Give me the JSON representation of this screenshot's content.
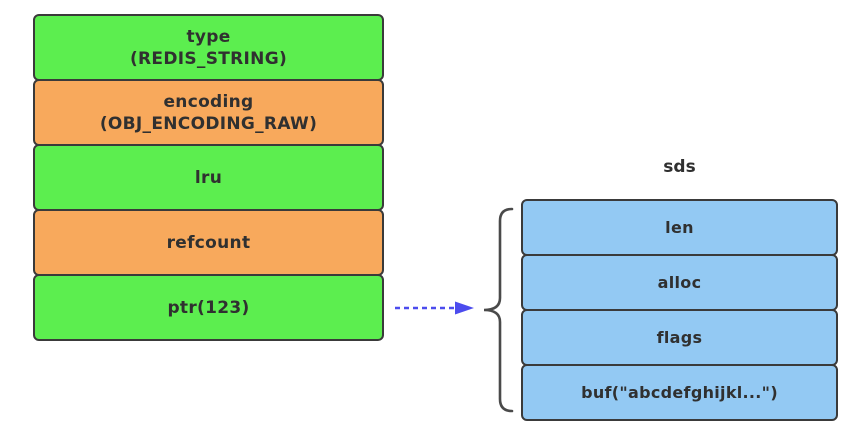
{
  "colors": {
    "background": "#ffffff",
    "green": "#5cee4f",
    "orange": "#f8a95c",
    "blue": "#93c9f3",
    "border": "#3a3a3a",
    "text": "#303030",
    "arrow": "#4c4cee",
    "brace": "#4a4a4a"
  },
  "redis_object": {
    "rows": [
      {
        "name": "type",
        "line1": "type",
        "line2": "(REDIS_STRING)",
        "color": "green"
      },
      {
        "name": "encoding",
        "line1": "encoding",
        "line2": "(OBJ_ENCODING_RAW)",
        "color": "orange"
      },
      {
        "name": "lru",
        "line1": "lru",
        "color": "green"
      },
      {
        "name": "refcount",
        "line1": "refcount",
        "color": "orange"
      },
      {
        "name": "ptr",
        "line1": "ptr(123)",
        "color": "green"
      }
    ]
  },
  "sds": {
    "title": "sds",
    "rows": [
      {
        "name": "len",
        "label": "len"
      },
      {
        "name": "alloc",
        "label": "alloc"
      },
      {
        "name": "flags",
        "label": "flags"
      },
      {
        "name": "buf",
        "label": "buf(\"abcdefghijkl...\")"
      }
    ]
  }
}
